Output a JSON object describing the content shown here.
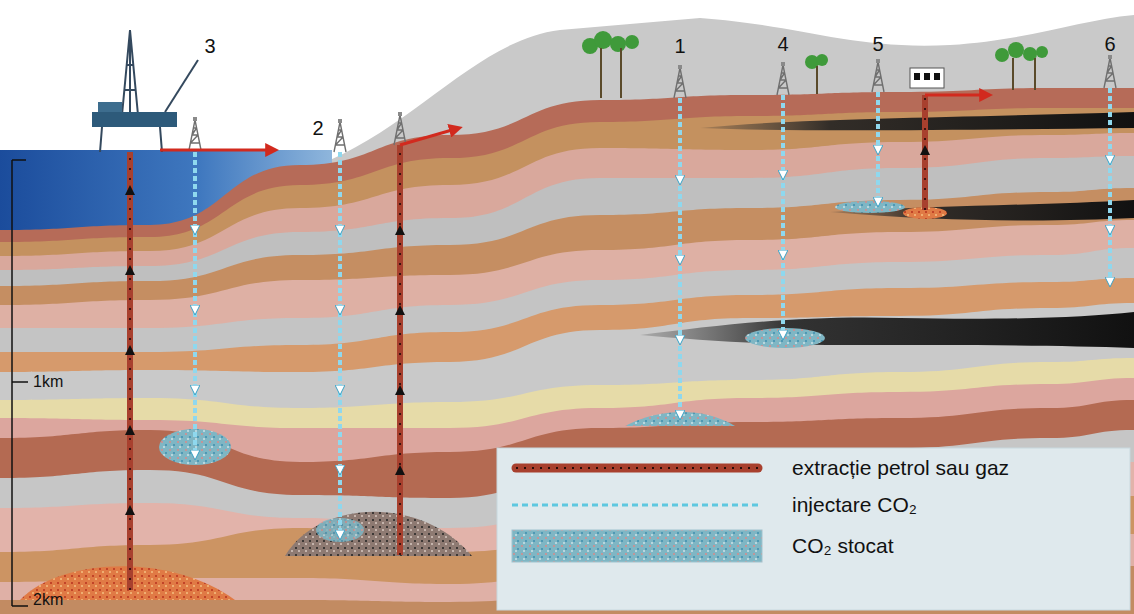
{
  "diagram": {
    "labels": [
      "3",
      "2",
      "1",
      "4",
      "5",
      "6",
      "1km",
      "2km"
    ],
    "legend": [
      {
        "text": "extracție petrol sau gaz"
      },
      {
        "text": "injectare CO₂"
      },
      {
        "text": "CO₂ stocat"
      }
    ]
  }
}
